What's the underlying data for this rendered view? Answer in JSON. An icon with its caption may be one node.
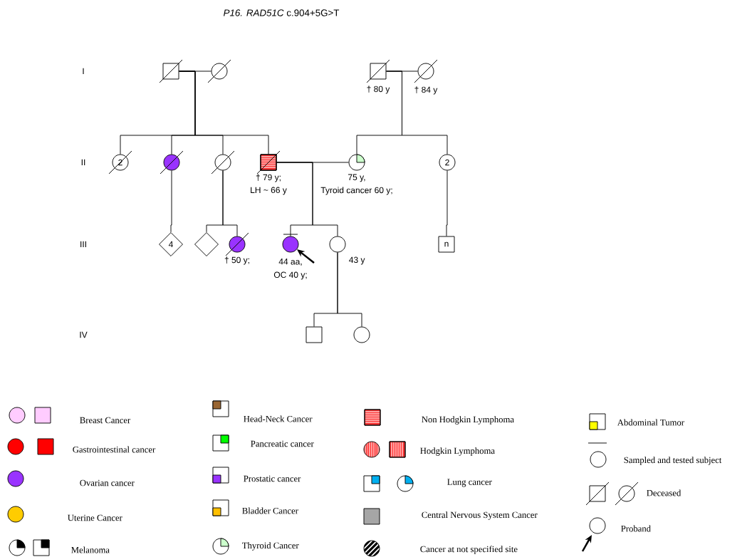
{
  "diagram": {
    "title": "*P16. RAD51C* c.904+5G>T",
    "nodes": [
      {
        "text": [],
        "shape": "box"
      },
      {
        "text": [],
        "shape": "circle"
      },
      {
        "text": [],
        "shape": "box",
        "beside": [
          "† 80 y"
        ]
      },
      {
        "text": [],
        "shape": "circle",
        "beside": [
          "† 84 y"
        ]
      },
      {
        "text": [
          "2"
        ]
      },
      {
        "text": [],
        "shape": "circle"
      },
      {
        "text": [],
        "shape": "circle"
      },
      {
        "text": [],
        "shape": "box",
        "beside": [
          "† 79 y;",
          "LH ~ 66 y"
        ]
      },
      {
        "text": [],
        "shape": "circle",
        "beside": [
          "75 y,",
          "Tyroid cancer 60 y;"
        ]
      },
      {
        "text": [
          "2"
        ]
      },
      {
        "text": [
          "4"
        ]
      },
      {
        "text": [],
        "shape": "diamond"
      },
      {
        "text": [],
        "shape": "circle",
        "beside": [
          "† 50 y;"
        ]
      },
      {
        "text": [],
        "shape": "circle",
        "beside": [
          "44 aa,",
          "OC 40 y;"
        ]
      },
      {
        "text": [],
        "shape": "circle",
        "beside": [
          "43 y"
        ]
      },
      {
        "text": [
          "n"
        ]
      },
      {
        "text": [],
        "shape": "box"
      },
      {
        "text": [],
        "shape": "circle"
      }
    ],
    "edges": [
      {
        "from": 0,
        "to": 1,
        "arrow": "none"
      },
      {
        "from": 2,
        "to": 3,
        "arrow": "none"
      },
      {
        "from": 7,
        "to": 8,
        "arrow": "none"
      },
      {
        "from": 0,
        "to": 4,
        "arrow": "none"
      },
      {
        "from": 0,
        "to": 5,
        "arrow": "none"
      },
      {
        "from": 0,
        "to": 6,
        "arrow": "none"
      },
      {
        "from": 0,
        "to": 7,
        "arrow": "none"
      },
      {
        "from": 2,
        "to": 8,
        "arrow": "none"
      },
      {
        "from": 2,
        "to": 9,
        "arrow": "none"
      },
      {
        "from": 5,
        "to": 10,
        "arrow": "none"
      },
      {
        "from": 6,
        "to": 11,
        "arrow": "none"
      },
      {
        "from": 6,
        "to": 12,
        "arrow": "none"
      },
      {
        "from": 7,
        "to": 13,
        "arrow": "none"
      },
      {
        "from": 7,
        "to": 14,
        "arrow": "none"
      },
      {
        "from": 9,
        "to": 15,
        "arrow": "none"
      },
      {
        "from": 14,
        "to": 16,
        "arrow": "none"
      },
      {
        "from": 14,
        "to": 17,
        "arrow": "none"
      },
      {
        "from": null,
        "to": 13,
        "arrow": "to",
        "style": "thick"
      }
    ],
    "labels": [
      "I",
      "II",
      "III",
      "IV"
    ],
    "legend": [
      {
        "text": "Breast Cancer",
        "color": "#ffccff"
      },
      {
        "text": "Gastrointestinal cancer",
        "color": "#ff0000"
      },
      {
        "text": "Ovarian cancer",
        "color": "#9933ff"
      },
      {
        "text": "Uterine Cancer",
        "color": "#ffcc00"
      },
      {
        "text": "Melanoma"
      },
      {
        "text": "Head-Neck Cancer"
      },
      {
        "text": "Pancreatic cancer"
      },
      {
        "text": "Prostatic cancer"
      },
      {
        "text": "Bladder Cancer"
      },
      {
        "text": "Thyroid Cancer"
      },
      {
        "text": "Non Hodgkin Lymphoma"
      },
      {
        "text": "Hodgkin Lymphoma"
      },
      {
        "text": "Lung cancer"
      },
      {
        "text": "Central Nervous System Cancer",
        "color": "#a6a6a6"
      },
      {
        "text": "Cancer at not specified site"
      },
      {
        "text": "Abdominal Tumor"
      },
      {
        "text": "Sampled and tested subject"
      },
      {
        "text": "Deceased"
      },
      {
        "text": "Proband"
      }
    ]
  }
}
